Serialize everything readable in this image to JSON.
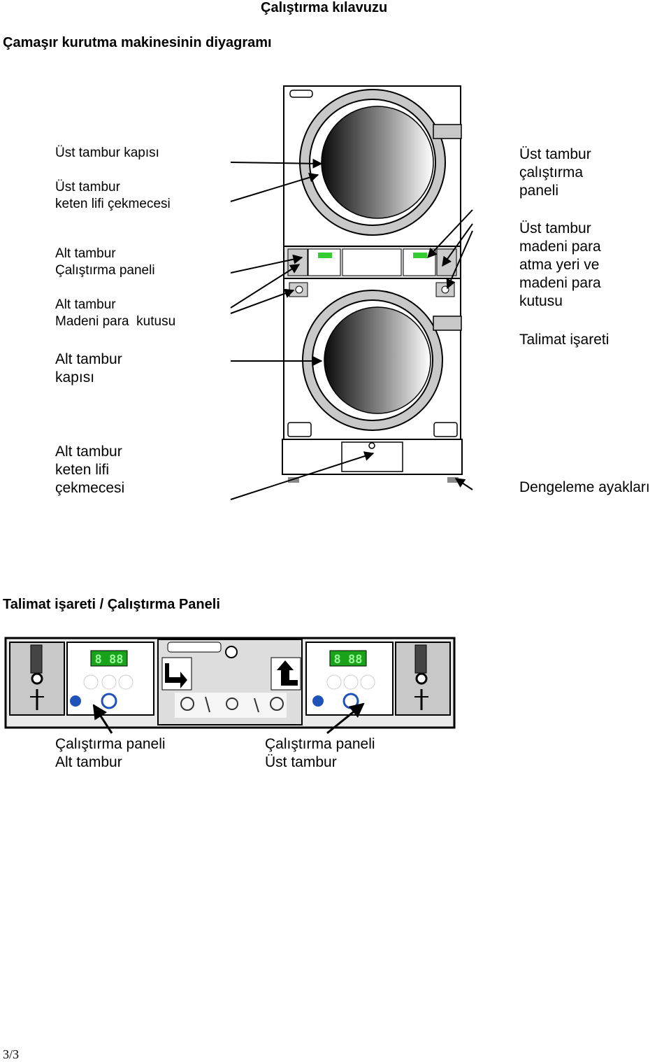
{
  "header": "Çalıştırma kılavuzu",
  "diagram": {
    "title": "Çamaşır kurutma makinesinin diyagramı",
    "left_labels": [
      "Üst tambur kapısı",
      "Üst tambur\nketen lifi çekmecesi",
      "Alt tambur\nÇalıştırma paneli",
      "Alt tambur\nMadeni para  kutusu",
      "Alt tambur\nkapısı",
      "Alt tambur\nketen lifi\nçekmecesi"
    ],
    "right_labels": [
      "Üst tambur\nçalıştırma\npaneli",
      "Üst tambur\nmadeni para\natma yeri ve\nmadeni para\nkutusu",
      "Talimat işareti",
      "Dengeleme ayakları"
    ]
  },
  "panel": {
    "title": "Talimat işareti / Çalıştırma Paneli",
    "left_caption": "Çalıştırma paneli\nAlt tambur",
    "right_caption": "Çalıştırma paneli\nÜst tambur",
    "display_digits": "8 88"
  },
  "page_number": "3/3"
}
